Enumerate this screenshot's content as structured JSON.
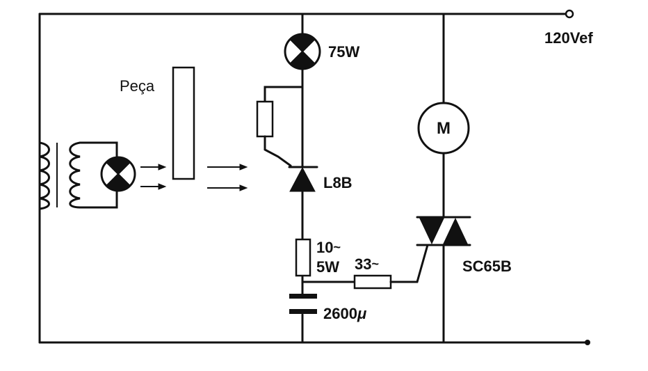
{
  "labels": {
    "supply": "120Vef",
    "lamp_power": "75W",
    "piece": "Peça",
    "photocell": "L8B",
    "resistor_value": "10",
    "resistor_power": "5W",
    "gate_resistor": "33",
    "triac": "SC65B",
    "capacitor": "2600",
    "motor": "M"
  },
  "glyphs": {
    "ohm": "~",
    "micro": "μ"
  }
}
